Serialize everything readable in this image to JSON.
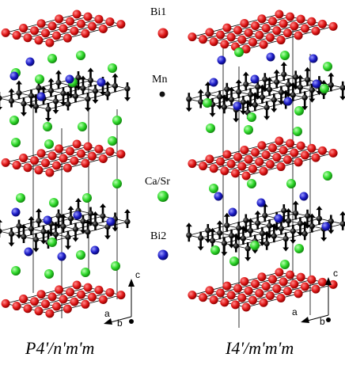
{
  "legend": {
    "items": [
      {
        "key": "bi1",
        "label": "Bi1",
        "color": "#e01818"
      },
      {
        "key": "mn",
        "label": "Mn",
        "color": "#111111"
      },
      {
        "key": "ca_sr",
        "label": "Ca/Sr",
        "color": "#2ed82a"
      },
      {
        "key": "bi2",
        "label": "Bi2",
        "color": "#1c1cc8"
      }
    ]
  },
  "structures": [
    {
      "id": "left",
      "label": "P4'/n'm'm"
    },
    {
      "id": "right",
      "label": "I4'/m'm'm"
    }
  ],
  "axes": {
    "c": "c",
    "a": "a",
    "b": "b"
  }
}
